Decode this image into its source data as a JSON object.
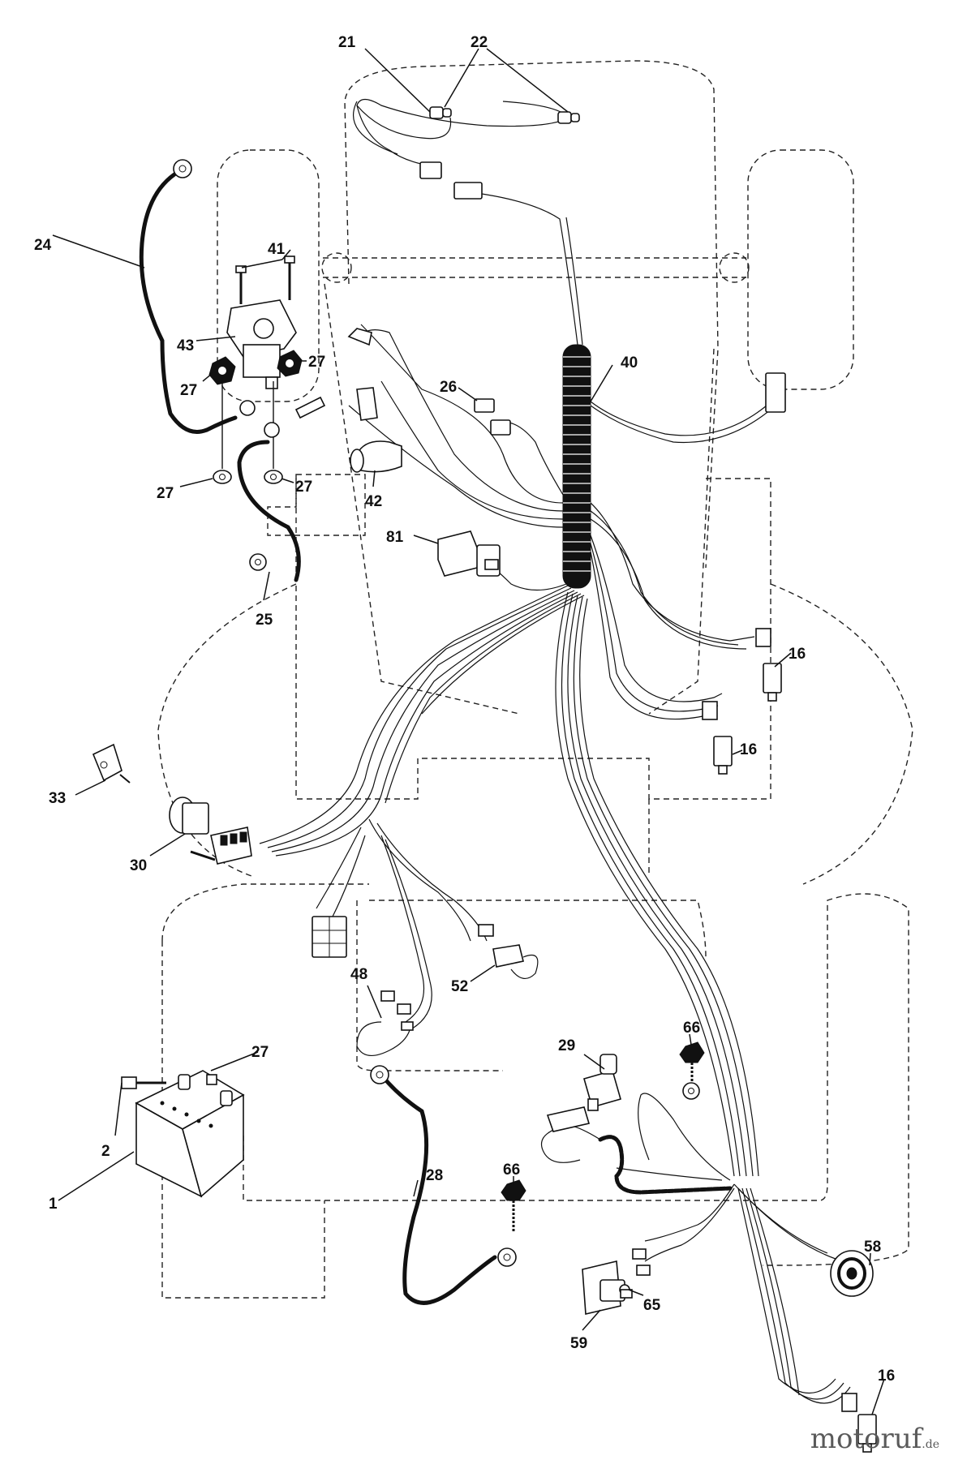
{
  "labels": {
    "l1": "1",
    "l2": "2",
    "l16a": "16",
    "l16b": "16",
    "l16c": "16",
    "l21": "21",
    "l22": "22",
    "l24": "24",
    "l25": "25",
    "l26": "26",
    "l27a": "27",
    "l27b": "27",
    "l27c": "27",
    "l27d": "27",
    "l27e": "27",
    "l28": "28",
    "l29": "29",
    "l30": "30",
    "l33": "33",
    "l40": "40",
    "l41": "41",
    "l42": "42",
    "l43": "43",
    "l48": "48",
    "l52": "52",
    "l58": "58",
    "l59": "59",
    "l65": "65",
    "l66a": "66",
    "l66b": "66",
    "l81": "81"
  },
  "watermark": {
    "main": "motoruf",
    "tld": ".de"
  }
}
